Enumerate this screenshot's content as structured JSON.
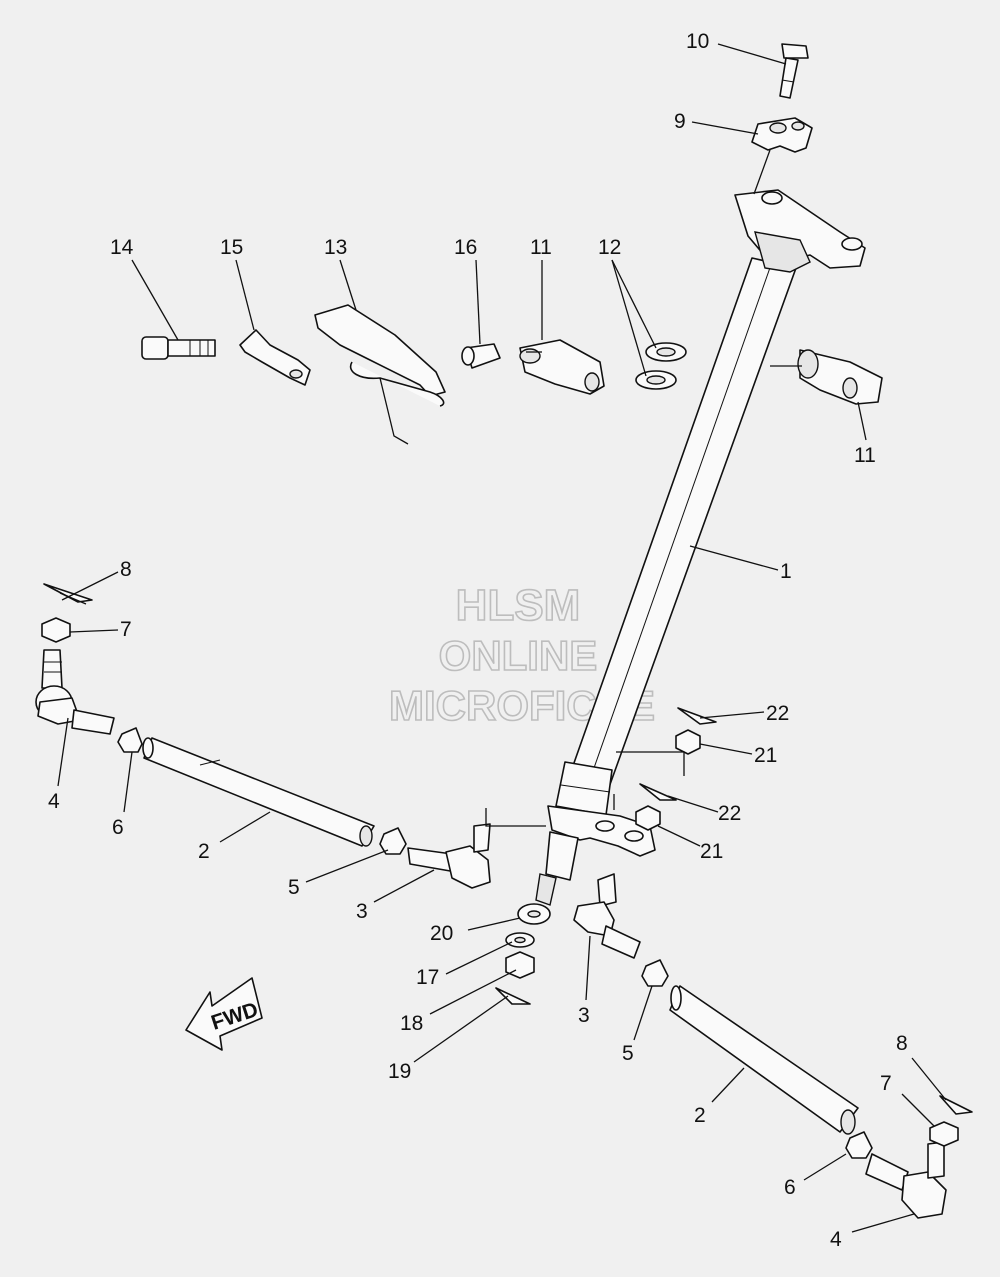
{
  "watermark": {
    "line1": "HLSM",
    "line2": "ONLINE",
    "line3": "MICROFICHE"
  },
  "fwd_label": "FWD",
  "callouts": [
    {
      "id": "c10",
      "label": "10"
    },
    {
      "id": "c9",
      "label": "9"
    },
    {
      "id": "c14",
      "label": "14"
    },
    {
      "id": "c15",
      "label": "15"
    },
    {
      "id": "c13",
      "label": "13"
    },
    {
      "id": "c16",
      "label": "16"
    },
    {
      "id": "c11a",
      "label": "11"
    },
    {
      "id": "c12",
      "label": "12"
    },
    {
      "id": "c11b",
      "label": "11"
    },
    {
      "id": "c1",
      "label": "1"
    },
    {
      "id": "c8a",
      "label": "8"
    },
    {
      "id": "c7a",
      "label": "7"
    },
    {
      "id": "c4a",
      "label": "4"
    },
    {
      "id": "c6a",
      "label": "6"
    },
    {
      "id": "c2a",
      "label": "2"
    },
    {
      "id": "c5a",
      "label": "5"
    },
    {
      "id": "c3a",
      "label": "3"
    },
    {
      "id": "c20",
      "label": "20"
    },
    {
      "id": "c17",
      "label": "17"
    },
    {
      "id": "c18",
      "label": "18"
    },
    {
      "id": "c19",
      "label": "19"
    },
    {
      "id": "c22a",
      "label": "22"
    },
    {
      "id": "c21a",
      "label": "21"
    },
    {
      "id": "c22b",
      "label": "22"
    },
    {
      "id": "c21b",
      "label": "21"
    },
    {
      "id": "c3b",
      "label": "3"
    },
    {
      "id": "c5b",
      "label": "5"
    },
    {
      "id": "c2b",
      "label": "2"
    },
    {
      "id": "c8b",
      "label": "8"
    },
    {
      "id": "c7b",
      "label": "7"
    },
    {
      "id": "c6b",
      "label": "6"
    },
    {
      "id": "c4b",
      "label": "4"
    }
  ]
}
